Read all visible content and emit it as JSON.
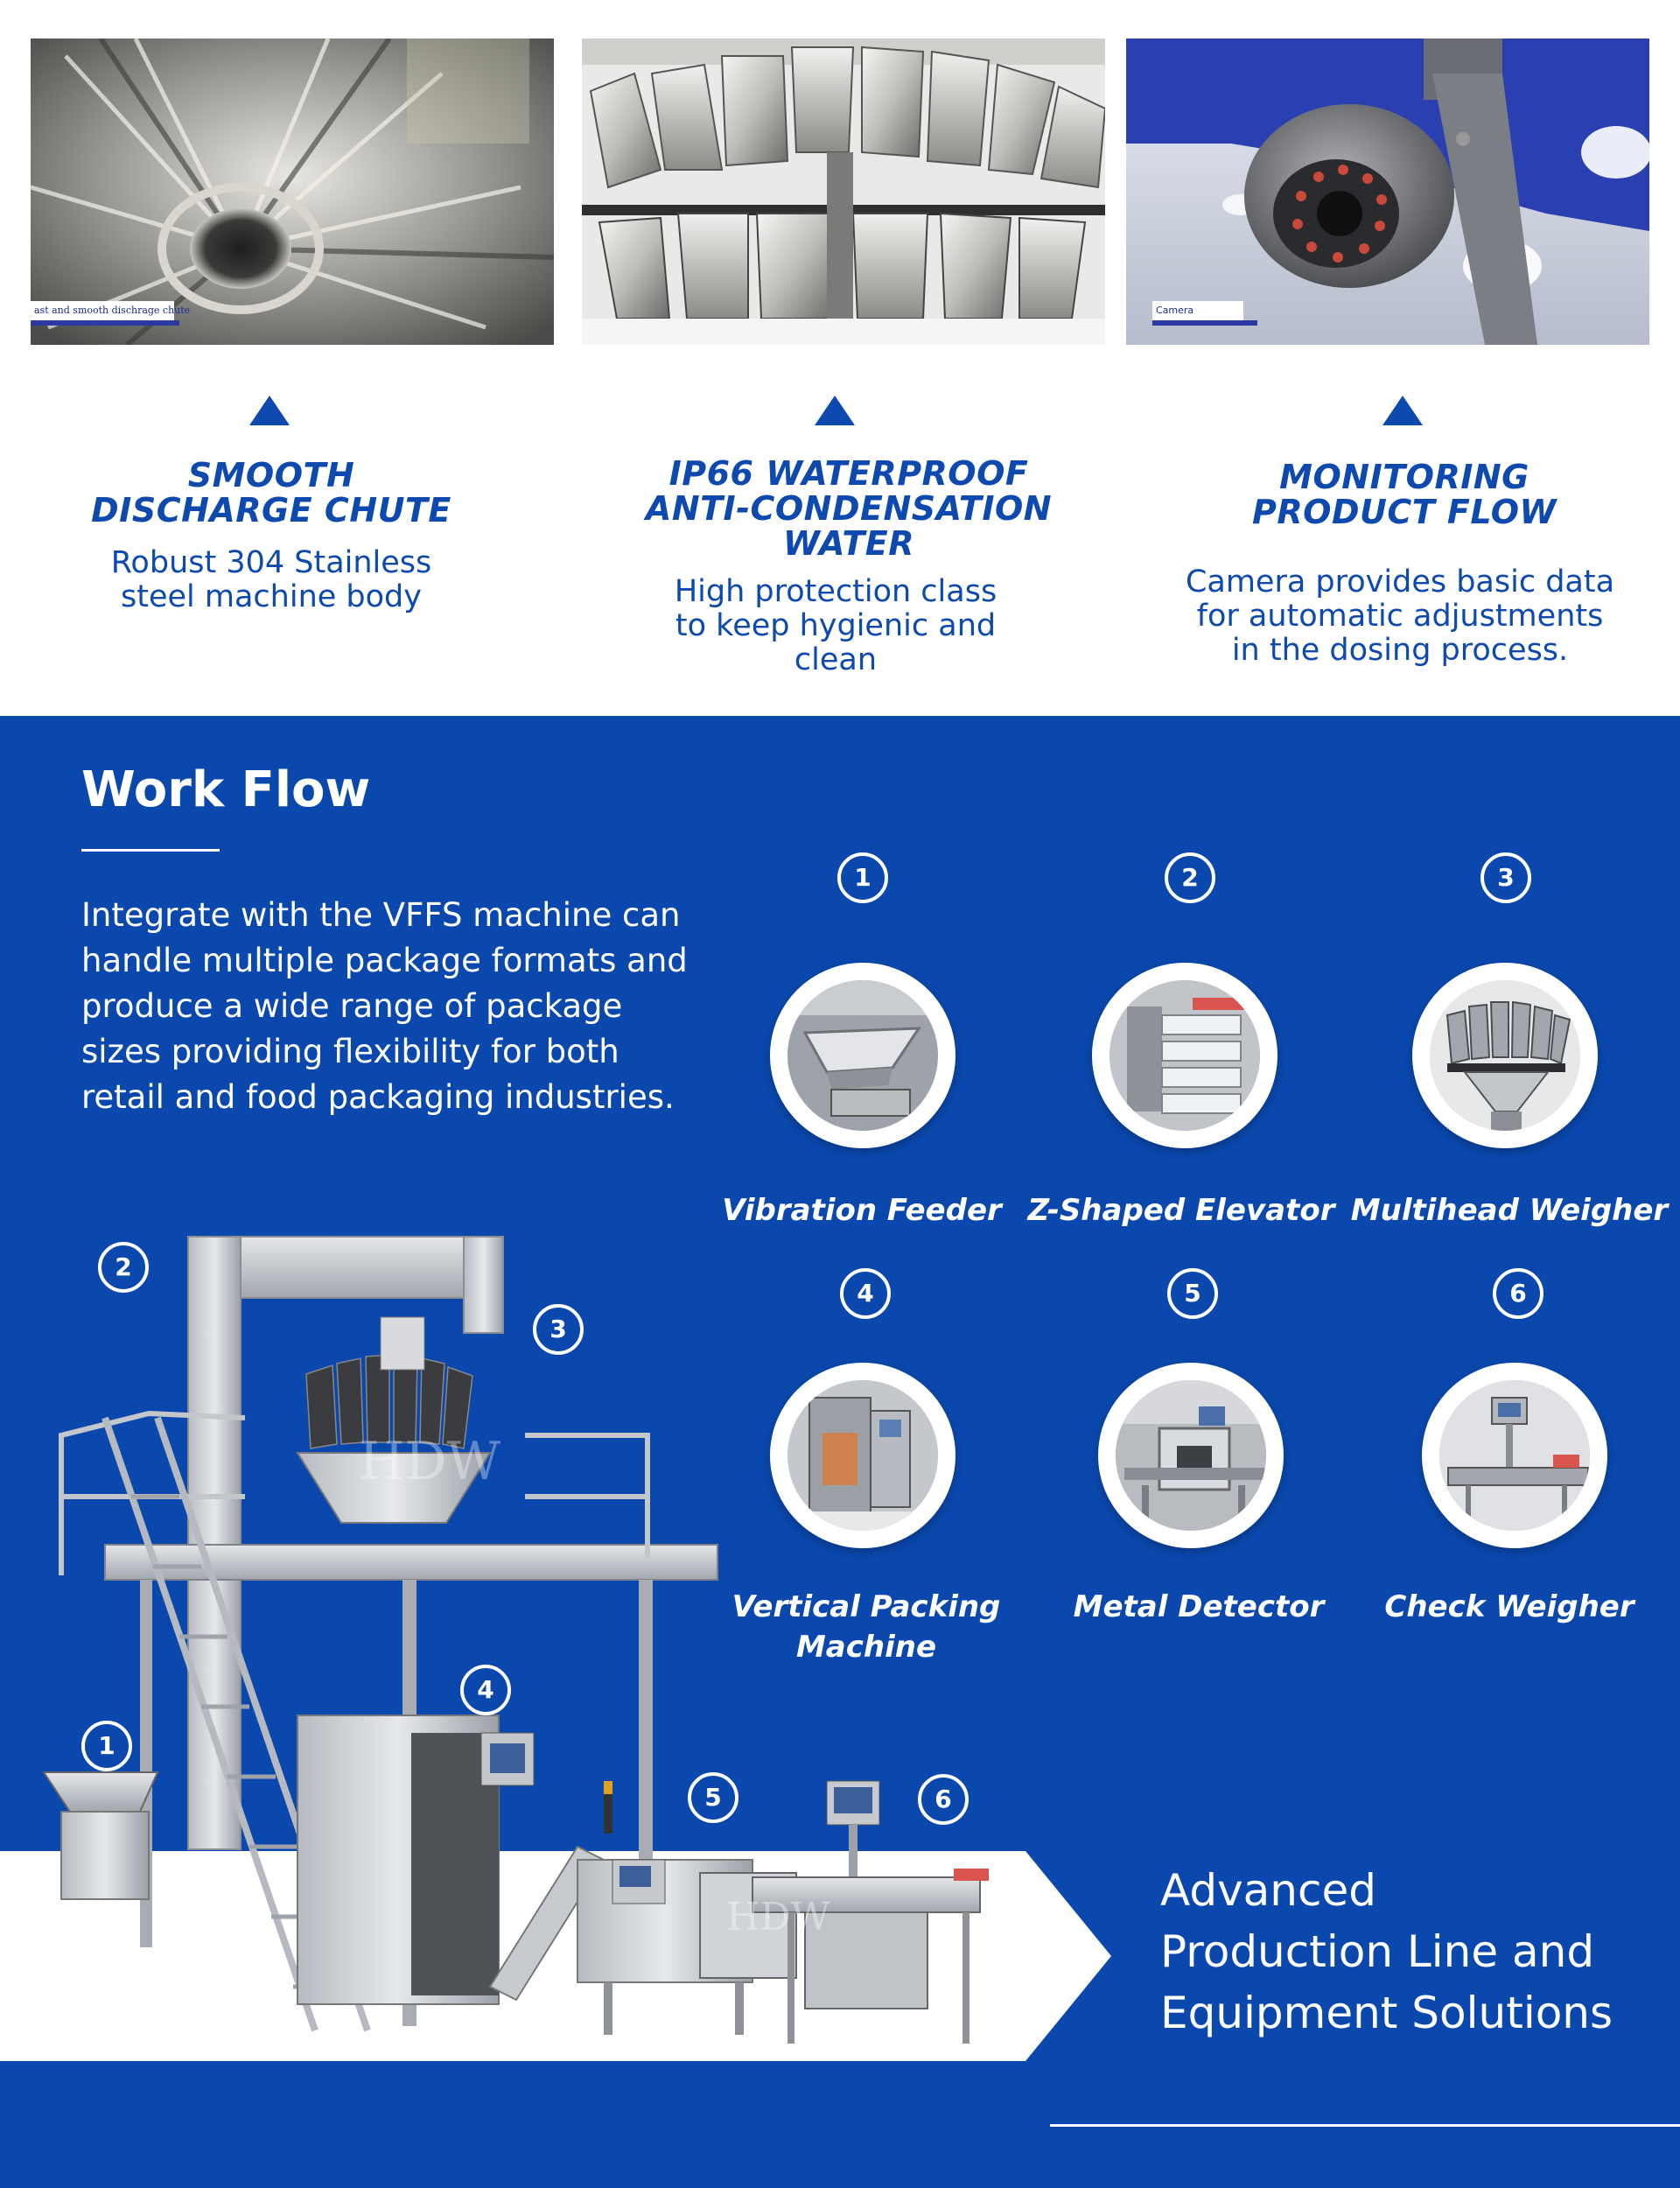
{
  "photos": [
    {
      "caption": "ast and smooth dischrage chute"
    },
    {
      "caption": ""
    },
    {
      "caption": "Camera"
    }
  ],
  "features": [
    {
      "title_line1": "SMOOTH",
      "title_line2": "DISCHARGE CHUTE",
      "desc_line1": "Robust 304 Stainless",
      "desc_line2": "steel machine body"
    },
    {
      "title_line1": "IP66 WATERPROOF",
      "title_line2": "ANTI-CONDENSATION",
      "title_line3": "WATER",
      "desc_line1": "High protection class",
      "desc_line2": "to keep hygienic and",
      "desc_line3": "clean"
    },
    {
      "title_line1": "MONITORING",
      "title_line2": "PRODUCT FLOW",
      "desc_line1": "Camera provides basic data",
      "desc_line2": "for automatic adjustments",
      "desc_line3": "in the dosing process."
    }
  ],
  "workflow": {
    "title": "Work Flow",
    "description": "Integrate with the VFFS machine can handle multiple package formats and produce a wide range of package sizes providing flexibility for both retail and food packaging industries.",
    "steps": [
      {
        "number": "1",
        "label": "Vibration Feeder"
      },
      {
        "number": "2",
        "label": "Z-Shaped Elevator"
      },
      {
        "number": "3",
        "label": "Multihead Weigher"
      },
      {
        "number": "4",
        "label_line1": "Vertical Packing",
        "label_line2": "Machine"
      },
      {
        "number": "5",
        "label": "Metal Detector"
      },
      {
        "number": "6",
        "label": "Check Weigher"
      }
    ],
    "machine_markers": [
      "2",
      "3",
      "4",
      "1",
      "5",
      "6"
    ],
    "watermark": "HDW"
  },
  "tagline": {
    "line1": "Advanced",
    "line2": "Production Line and",
    "line3": "Equipment Solutions"
  },
  "colors": {
    "brand_blue": "#0a48ad",
    "text_blue": "#0d49ae",
    "white": "#ffffff"
  }
}
